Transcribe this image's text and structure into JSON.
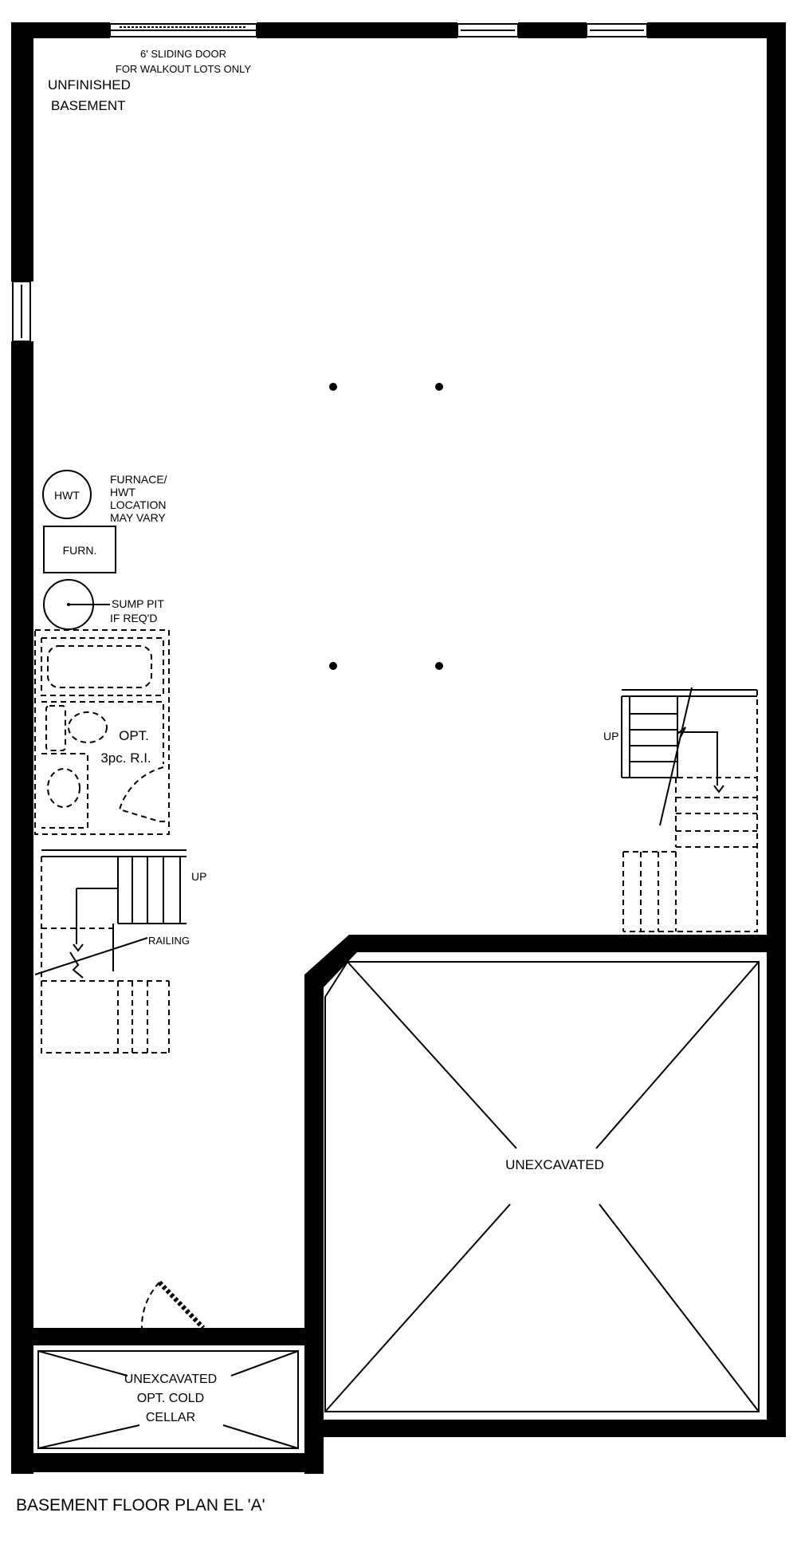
{
  "plan": {
    "title": "BASEMENT FLOOR PLAN EL 'A'",
    "labels": {
      "sliding_door_line1": "6' SLIDING DOOR",
      "sliding_door_line2": "FOR WALKOUT LOTS ONLY",
      "room_line1": "UNFINISHED",
      "room_line2": "BASEMENT",
      "hwt": "HWT",
      "furnace_note_line1": "FURNACE/",
      "furnace_note_line2": "HWT",
      "furnace_note_line3": "LOCATION",
      "furnace_note_line4": "MAY VARY",
      "furn": "FURN.",
      "sump_line1": "SUMP PIT",
      "sump_line2": "IF REQ'D",
      "opt_line1": "OPT.",
      "opt_line2": "3pc. R.I.",
      "up_left": "UP",
      "railing": "RAILING",
      "up_right": "UP",
      "unexcavated": "UNEXCAVATED",
      "cellar_line1": "UNEXCAVATED",
      "cellar_line2": "OPT. COLD",
      "cellar_line3": "CELLAR"
    },
    "colors": {
      "ink": "#000000",
      "paper": "#ffffff"
    }
  }
}
